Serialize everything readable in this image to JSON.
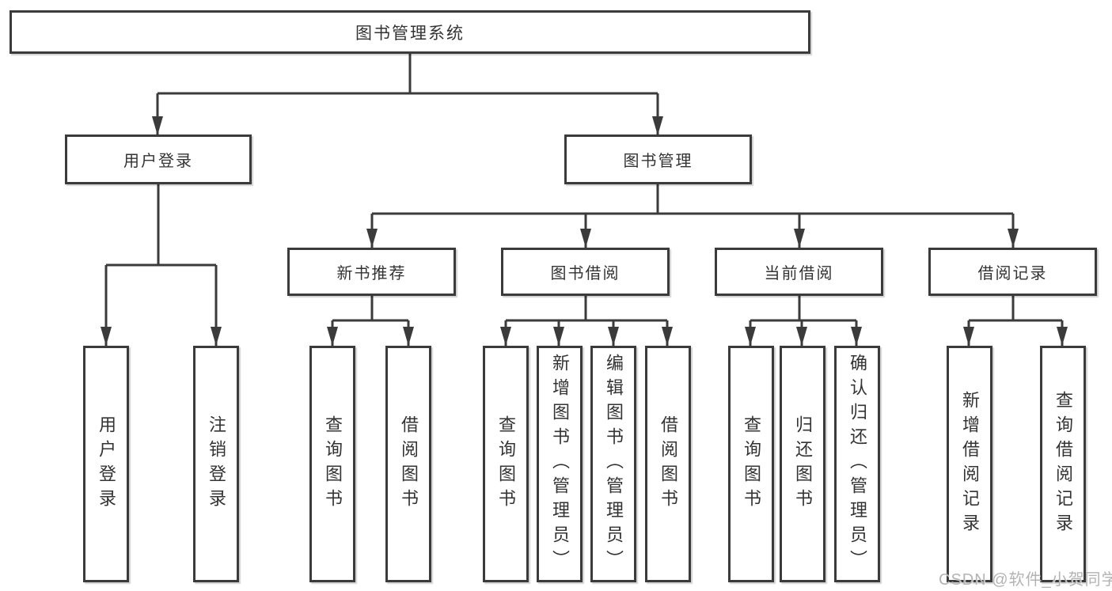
{
  "colors": {
    "line": "#3b3b3b",
    "border": "#3b3b3b",
    "text": "#333333",
    "background": "#ffffff",
    "watermark": "#b3b3b3"
  },
  "watermark": {
    "text": "CSDN @软件_小贺同学"
  },
  "nodes": {
    "root": {
      "label": "图书管理系统"
    },
    "level2": [
      {
        "label": "用户登录"
      },
      {
        "label": "图书管理"
      }
    ],
    "level3": [
      {
        "label": "新书推荐"
      },
      {
        "label": "图书借阅"
      },
      {
        "label": "当前借阅"
      },
      {
        "label": "借阅记录"
      }
    ],
    "leaves": [
      {
        "label": "用户登录"
      },
      {
        "label": "注销登录"
      },
      {
        "label": "查询图书"
      },
      {
        "label": "借阅图书"
      },
      {
        "label": "查询图书"
      },
      {
        "label": "新增图书（管理员）"
      },
      {
        "label": "编辑图书（管理员）"
      },
      {
        "label": "借阅图书"
      },
      {
        "label": "查询图书"
      },
      {
        "label": "归还图书"
      },
      {
        "label": "确认归还（管理员）"
      },
      {
        "label": "新增借阅记录"
      },
      {
        "label": "查询借阅记录"
      }
    ]
  }
}
